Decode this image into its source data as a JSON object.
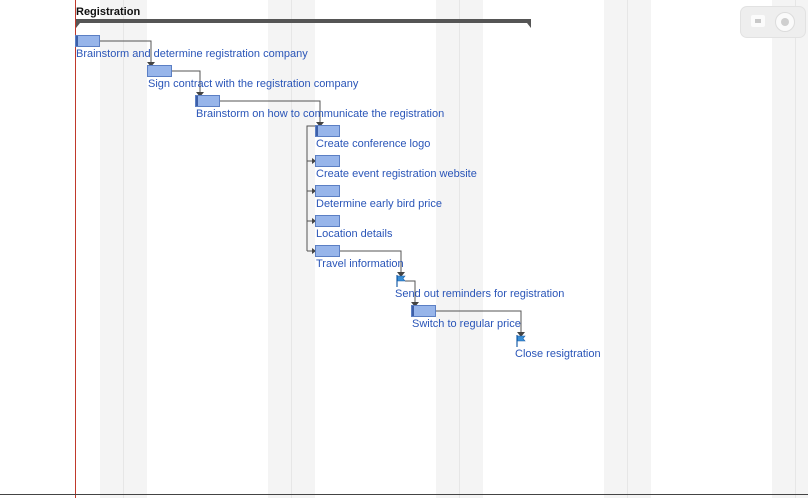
{
  "project": {
    "summary_label": "Registration"
  },
  "tasks": [
    {
      "id": "t1",
      "label": "Brainstorm and determine registration company",
      "type": "task"
    },
    {
      "id": "t2",
      "label": "Sign contract with the registration company",
      "type": "task"
    },
    {
      "id": "t3",
      "label": "Brainstorm on how to communicate the registration",
      "type": "task"
    },
    {
      "id": "t4",
      "label": "Create conference logo",
      "type": "task"
    },
    {
      "id": "t5",
      "label": "Create event registration website",
      "type": "task"
    },
    {
      "id": "t6",
      "label": "Determine early bird price",
      "type": "task"
    },
    {
      "id": "t7",
      "label": "Location details",
      "type": "task"
    },
    {
      "id": "t8",
      "label": "Travel information",
      "type": "task"
    },
    {
      "id": "t9",
      "label": "Send out reminders for registration",
      "type": "milestone"
    },
    {
      "id": "t10",
      "label": "Switch to regular price",
      "type": "task"
    },
    {
      "id": "t11",
      "label": "Close resigtration",
      "type": "milestone"
    }
  ],
  "colors": {
    "task_fill": "#97b5ea",
    "task_border": "#5b7fc4",
    "label": "#2a55b8",
    "today_line": "#c0392b",
    "milestone_flag": "#3a8fd6"
  },
  "icons": {
    "milestone": "flag-icon",
    "camera": "camera-icon",
    "record": "record-icon"
  }
}
